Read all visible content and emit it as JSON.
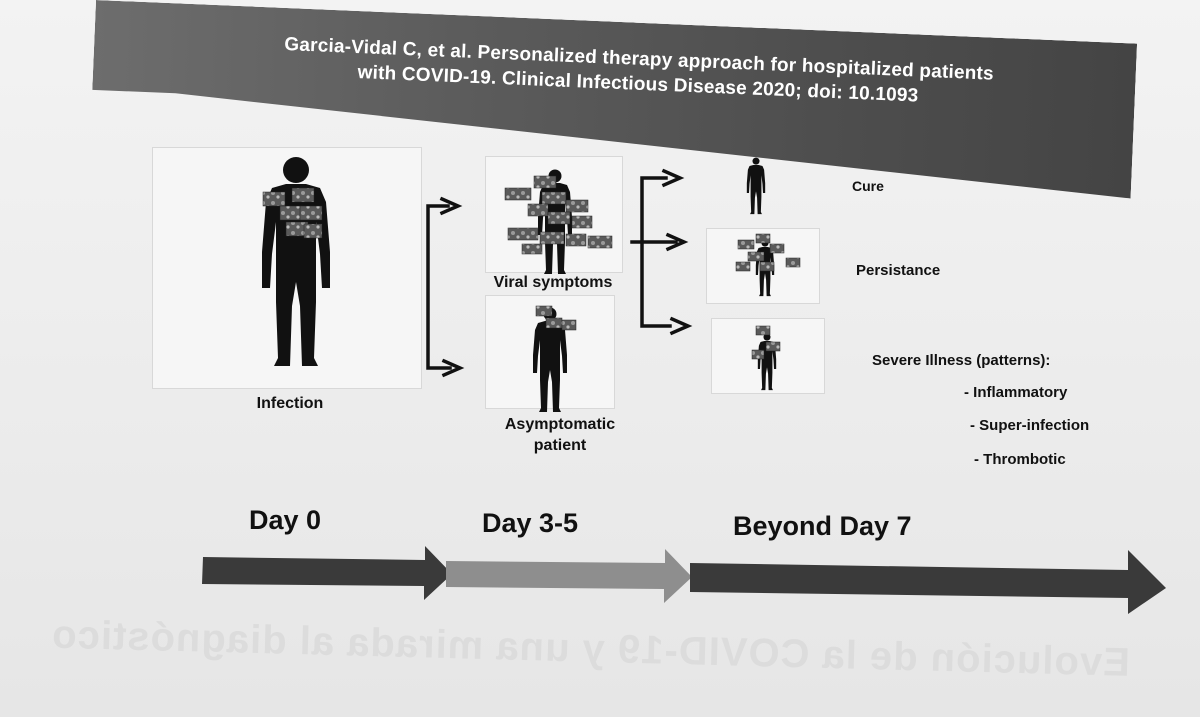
{
  "header": {
    "line1": "Garcia-Vidal C, et al. Personalized therapy approach for hospitalized patients",
    "line2": "with COVID-19. Clinical Infectious Disease 2020; doi: 10.1093"
  },
  "stages": {
    "infection": "Infection",
    "viral": "Viral symptoms",
    "asymptomatic_line1": "Asymptomatic",
    "asymptomatic_line2": "patient"
  },
  "outcomes": {
    "cure": "Cure",
    "persistance": "Persistance",
    "severe": "Severe Illness (patterns):",
    "severe_items": [
      "- Inflammatory",
      "- Super-infection",
      "- Thrombotic"
    ]
  },
  "timeline": {
    "day0": "Day 0",
    "day35": "Day 3-5",
    "beyond": "Beyond Day 7"
  },
  "bleed_through": "Evolución de la COVID-19 y una mirada al diagnóstico",
  "colors": {
    "banner": "#5c5c5c",
    "arrow_dark": "#3c3c3c",
    "arrow_light": "#8a8a8a",
    "silhouette": "#111111"
  },
  "icons": [
    "person-silhouette-icon",
    "virus-patch-icon",
    "arrow-right-icon",
    "bracket-arrow-icon"
  ]
}
